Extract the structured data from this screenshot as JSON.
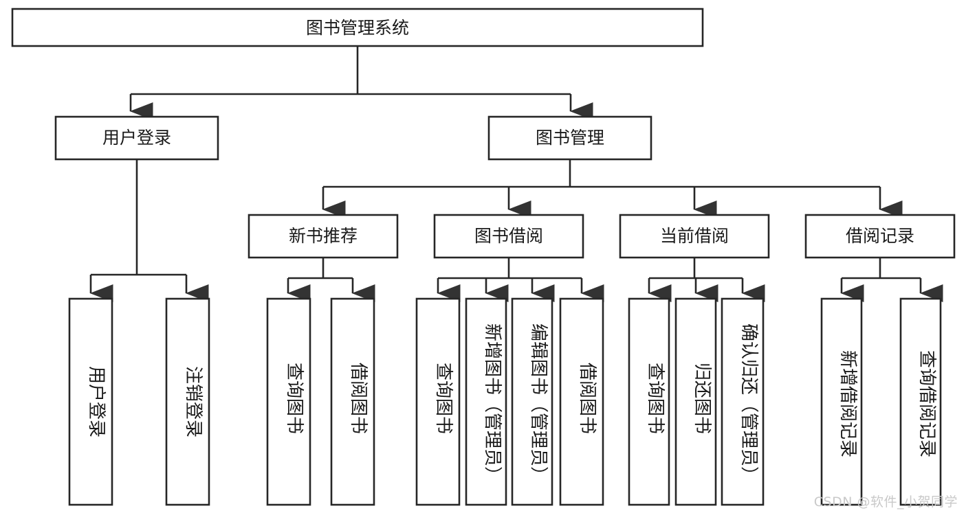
{
  "diagram": {
    "title": "图书管理系统",
    "type": "tree-hierarchy",
    "root": {
      "label": "图书管理系统"
    },
    "level2": [
      {
        "label": "用户登录"
      },
      {
        "label": "图书管理"
      }
    ],
    "level3": [
      {
        "label": "新书推荐"
      },
      {
        "label": "图书借阅"
      },
      {
        "label": "当前借阅"
      },
      {
        "label": "借阅记录"
      }
    ],
    "leaves": {
      "user_login": [
        {
          "label": "用户登录"
        },
        {
          "label": "注销登录"
        }
      ],
      "new_book_recommend": [
        {
          "label": "查询图书"
        },
        {
          "label": "借阅图书"
        }
      ],
      "book_borrow": [
        {
          "label": "查询图书"
        },
        {
          "label": "新增图书（管理员）"
        },
        {
          "label": "编辑图书（管理员）"
        },
        {
          "label": "借阅图书"
        }
      ],
      "current_borrow": [
        {
          "label": "查询图书"
        },
        {
          "label": "归还图书"
        },
        {
          "label": "确认归还（管理员）"
        }
      ],
      "borrow_record": [
        {
          "label": "新增借阅记录"
        },
        {
          "label": "查询借阅记录"
        }
      ]
    }
  },
  "watermark": {
    "text": "CSDN @软件_小贺同学"
  },
  "colors": {
    "stroke": "#262626",
    "box_fill": "#ffffff",
    "text": "#1a1a1a",
    "watermark": "#c9c9c9",
    "background": "#ffffff"
  }
}
